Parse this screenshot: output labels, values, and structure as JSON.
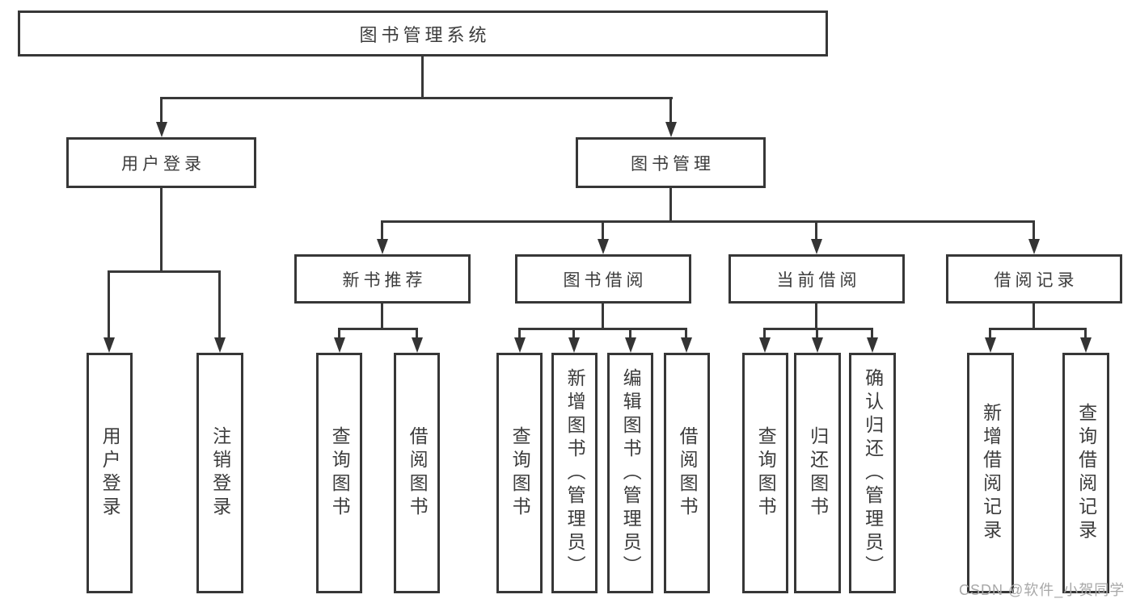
{
  "diagram": {
    "type": "hierarchy-tree",
    "colors": {
      "line": "#383838",
      "border": "#373737",
      "text": "#3c3c3c",
      "background": "#ffffff"
    },
    "root": {
      "label": "图书管理系统"
    },
    "branches": [
      {
        "label": "用户登录",
        "children": [
          {
            "label": "用户登录"
          },
          {
            "label": "注销登录"
          }
        ]
      },
      {
        "label": "图书管理",
        "children": [
          {
            "label": "新书推荐",
            "children": [
              {
                "label": "查询图书"
              },
              {
                "label": "借阅图书"
              }
            ]
          },
          {
            "label": "图书借阅",
            "children": [
              {
                "label": "查询图书"
              },
              {
                "label": "新增图书（管理员）"
              },
              {
                "label": "编辑图书（管理员）"
              },
              {
                "label": "借阅图书"
              }
            ]
          },
          {
            "label": "当前借阅",
            "children": [
              {
                "label": "查询图书"
              },
              {
                "label": "归还图书"
              },
              {
                "label": "确认归还（管理员）"
              }
            ]
          },
          {
            "label": "借阅记录",
            "children": [
              {
                "label": "新增借阅记录"
              },
              {
                "label": "查询借阅记录"
              }
            ]
          }
        ]
      }
    ]
  },
  "watermark": {
    "text": "CSDN @软件_小贺同学",
    "color": "#a8a8a8"
  }
}
